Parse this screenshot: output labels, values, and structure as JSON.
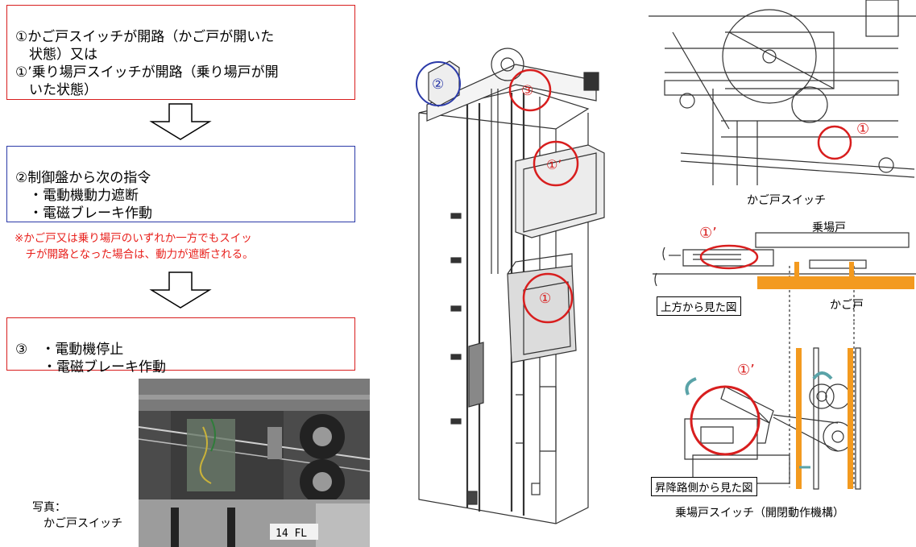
{
  "steps": {
    "step1": "①かご戸スイッチが開路（かご戸が開いた\n　状態）又は\n①’乗り場戸スイッチが開路（乗り場戸が開\n　いた状態）",
    "step2": "②制御盤から次の指令\n　・電動機動力遮断\n　・電磁ブレーキ作動",
    "note": "※かご戸又は乗り場戸のいずれか一方でもスイッ\n　チが開路となった場合は、動力が遮断される。",
    "step3": "③　・電動機停止\n　　・電磁ブレーキ作動"
  },
  "photo": {
    "caption": "写真：\n　かご戸スイッチ",
    "floor_label": "14 FL"
  },
  "elevator": {
    "marker_2": "②",
    "marker_3": "③",
    "marker_1p": "①’",
    "marker_1": "①"
  },
  "right_figures": {
    "top_marker": "①",
    "top_caption": "かご戸スイッチ",
    "landing_door_label": "乗場戸",
    "mid_marker": "①’",
    "top_view_label": "上方から見た図",
    "car_door_label": "かご戸",
    "lower_marker": "①’",
    "side_view_label": "昇降路側から見た図",
    "bottom_caption": "乗場戸スイッチ（開閉動作機構）"
  },
  "colors": {
    "red": "#d81e1e",
    "blue": "#2b3aa8",
    "orange": "#f39a1f",
    "note_red": "#e8201c"
  }
}
